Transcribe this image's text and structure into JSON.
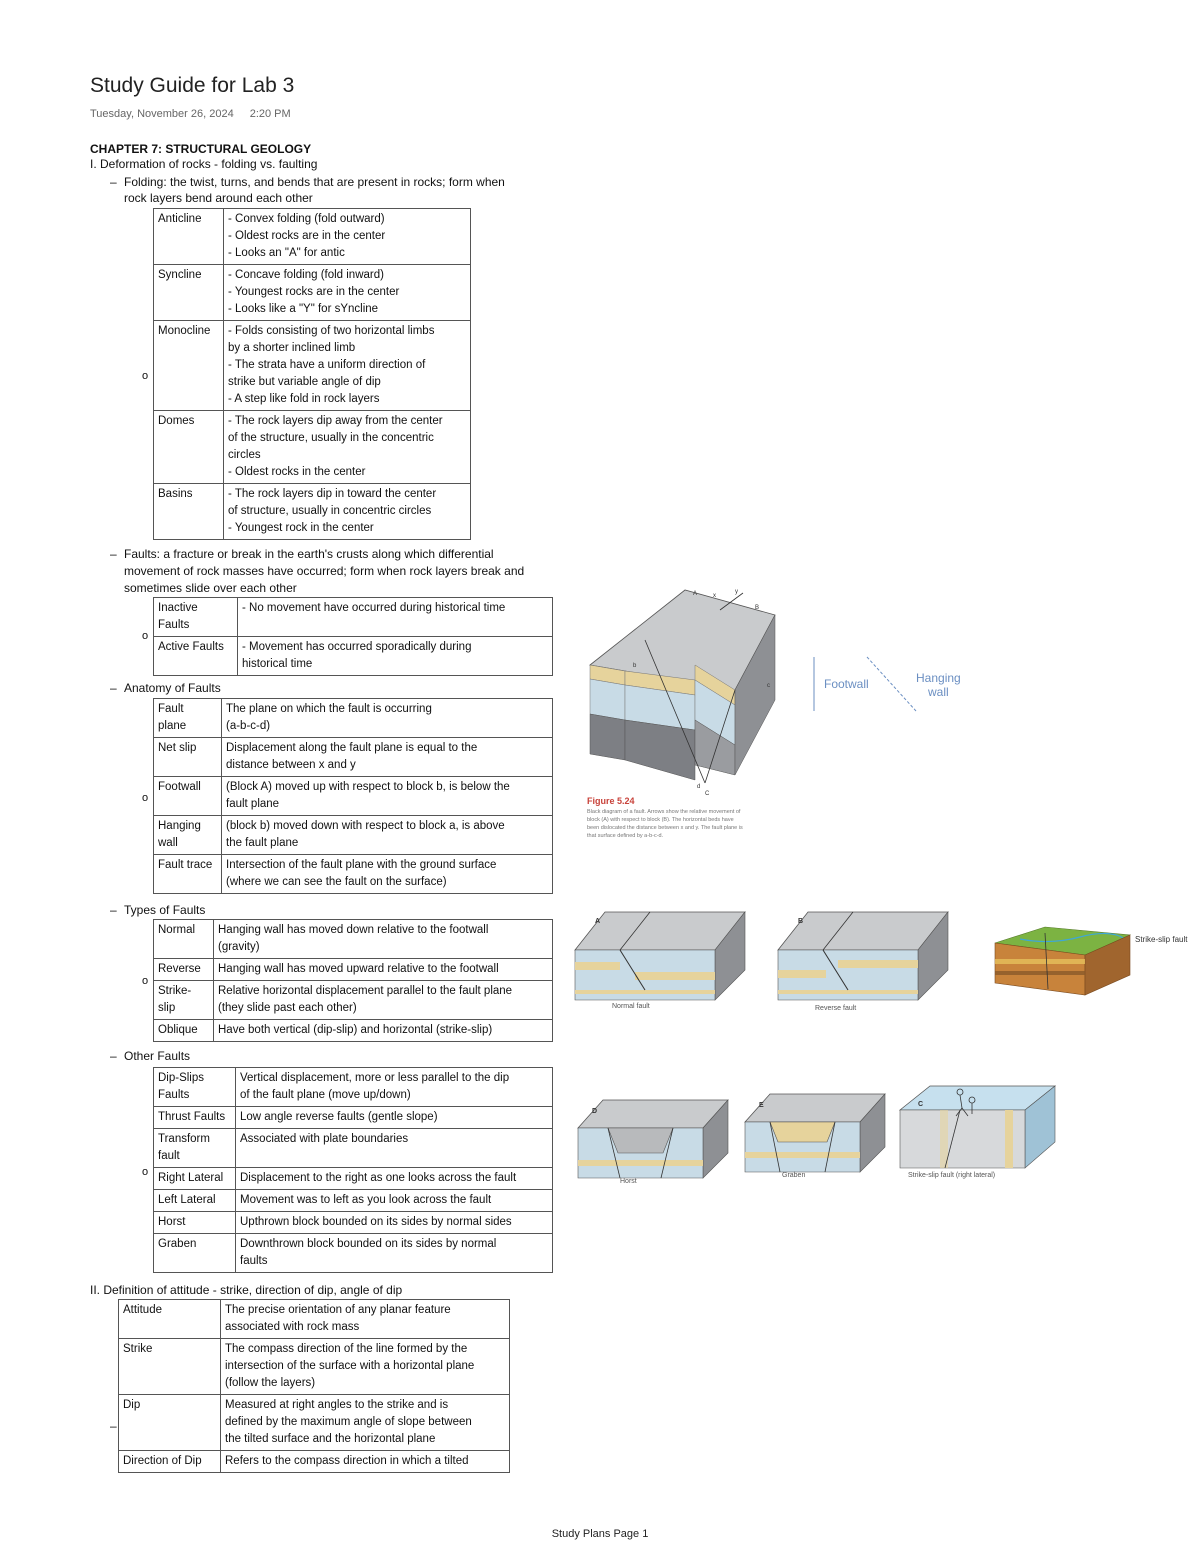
{
  "title": "Study Guide for Lab 3",
  "date": "Tuesday, November 26, 2024",
  "time": "2:20 PM",
  "chapter": "CHAPTER 7: STRUCTURAL GEOLOGY",
  "section1": "I. Deformation of rocks - folding vs. faulting",
  "folding_intro": [
    "Folding: the twist, turns, and bends that are present in rocks; form when",
    "rock layers bend around each other"
  ],
  "folds": [
    {
      "term": "Anticline",
      "desc": "- Convex folding (fold outward)\n- Oldest rocks are in the center\n- Looks an \"A\" for antic"
    },
    {
      "term": "Syncline",
      "desc": "- Concave folding (fold inward)\n- Youngest rocks are in the center\n- Looks like a \"Y\" for sYncline"
    },
    {
      "term": "Monocline",
      "desc": "- Folds consisting of two horizontal limbs\n   by a shorter inclined limb\n- The strata have a uniform direction of\n   strike but variable angle of dip\n- A step like fold in rock layers"
    },
    {
      "term": "Domes",
      "desc": "- The rock layers dip away from the center\n   of the structure, usually in the concentric\n   circles\n- Oldest rocks in the center"
    },
    {
      "term": "Basins",
      "desc": "- The rock layers dip in toward the center\n   of structure, usually in concentric circles\n- Youngest rock in the center"
    }
  ],
  "faults_intro": [
    "Faults: a fracture or break in the earth's crusts along which differential",
    "movement of rock masses have occurred; form when rock layers break and",
    "sometimes slide over each other"
  ],
  "fault_activity": [
    {
      "term": "Inactive\nFaults",
      "desc": "- No movement have occurred during historical time"
    },
    {
      "term": "Active Faults",
      "desc": "- Movement has occurred sporadically during\n   historical time"
    }
  ],
  "anatomy_heading": "Anatomy of Faults",
  "anatomy": [
    {
      "term": "Fault\nplane",
      "desc": "The plane on which the fault is occurring\n(a-b-c-d)"
    },
    {
      "term": "Net slip",
      "desc": "Displacement along the fault plane is equal to the\ndistance between x and y"
    },
    {
      "term": "Footwall",
      "desc": "(Block A) moved up with respect to block b, is below the\nfault plane"
    },
    {
      "term": "Hanging\nwall",
      "desc": "(block b) moved down with respect to block a, is above\nthe fault plane"
    },
    {
      "term": "Fault trace",
      "desc": "Intersection of the fault plane with the ground surface\n(where we can see the fault on the surface)"
    }
  ],
  "types_heading": "Types of Faults",
  "types": [
    {
      "term": "Normal",
      "desc": "Hanging wall has moved down relative to the footwall\n(gravity)"
    },
    {
      "term": "Reverse",
      "desc": "Hanging wall has moved upward relative to the footwall"
    },
    {
      "term": "Strike-\nslip",
      "desc": "Relative horizontal displacement parallel to the fault plane\n(they slide past each other)"
    },
    {
      "term": "Oblique",
      "desc": "Have both vertical (dip-slip) and horizontal (strike-slip)"
    }
  ],
  "other_heading": "Other Faults",
  "other": [
    {
      "term": "Dip-Slips\nFaults",
      "desc": "Vertical displacement, more or less parallel to the dip\nof the fault plane (move up/down)"
    },
    {
      "term": "Thrust Faults",
      "desc": "Low angle reverse faults (gentle slope)"
    },
    {
      "term": "Transform\nfault",
      "desc": "Associated with plate boundaries"
    },
    {
      "term": "Right Lateral",
      "desc": "Displacement to the right as one looks across the fault"
    },
    {
      "term": "Left Lateral",
      "desc": "Movement was to left as you look across the fault"
    },
    {
      "term": "Horst",
      "desc": "Upthrown block bounded on its sides by normal sides"
    },
    {
      "term": "Graben",
      "desc": "Downthrown block bounded on its sides by normal\nfaults"
    }
  ],
  "section2": "II. Definition of attitude - strike, direction of dip, angle of dip",
  "attitude": [
    {
      "term": "Attitude",
      "desc": "The precise orientation of any planar feature\nassociated with rock mass"
    },
    {
      "term": "Strike",
      "desc": "The compass direction of the line formed by the\nintersection of the surface with a horizontal plane\n(follow the layers)"
    },
    {
      "term": "Dip",
      "desc": "Measured at right angles to the strike and is\ndefined by the maximum angle of slope between\nthe tilted surface and the horizontal plane"
    },
    {
      "term": "Direction of Dip",
      "desc": "Refers to the compass direction in which a tilted"
    }
  ],
  "figure1": {
    "labels": [
      "A",
      "x",
      "y",
      "B",
      "b",
      "c",
      "d",
      "C"
    ],
    "caption_title": "Figure 5.24",
    "caption": "Black diagram of a fault. Arrows show the relative movement of\nblock (A) with respect to block (B). The horizontal beds have\nbeen dislocated the distance between x and y. The fault plane is\nthat surface defined by a-b-c-d."
  },
  "footwall_label": "Footwall",
  "hanging_label": "Hanging\nwall",
  "fig_a_letter": "A",
  "fig_b_letter": "B",
  "normal_caption": "Normal fault",
  "reverse_caption": "Reverse fault",
  "strike_slip_label": "Strike-slip fault",
  "fig_d_letter": "D",
  "fig_e_letter": "E",
  "fig_c_letter": "C",
  "horst_caption": "Horst",
  "graben_caption": "Graben",
  "strike_slip_caption": "Strike-slip fault (right lateral)",
  "bullet_symbol": "–",
  "circle_symbol": "o",
  "footer": "Study Plans Page 1",
  "colors": {
    "grey_top": "#c9cbcd",
    "tan_layer": "#e6d39c",
    "blue_layer": "#c8dbe6",
    "dark_layer": "#7d7f84",
    "caption_red": "#c8423a"
  }
}
